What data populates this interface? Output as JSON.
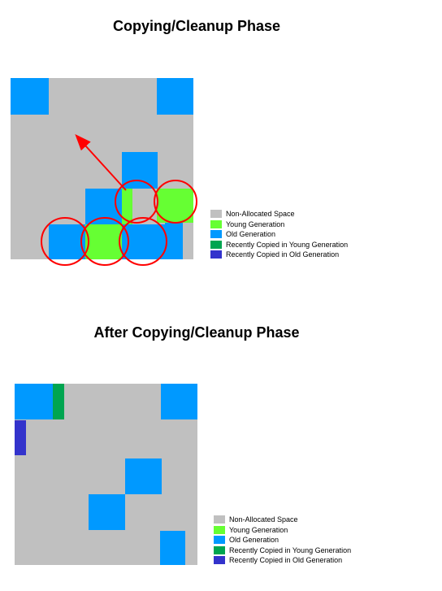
{
  "title_top": "Copying/Cleanup  Phase",
  "title_bottom": "After Copying/Cleanup Phase",
  "colors": {
    "non_allocated": "#c0c0c0",
    "young": "#66ff33",
    "old": "#0099ff",
    "recent_young": "#00a550",
    "recent_old": "#3333cc",
    "circle": "#ff0000"
  },
  "legend": [
    {
      "label": "Non-Allocated Space",
      "color_key": "non_allocated"
    },
    {
      "label": "Young Generation",
      "color_key": "young"
    },
    {
      "label": "Old Generation",
      "color_key": "old"
    },
    {
      "label": "Recently Copied in Young Generation",
      "color_key": "recent_young"
    },
    {
      "label": "Recently Copied in Old Generation",
      "color_key": "recent_old"
    }
  ]
}
